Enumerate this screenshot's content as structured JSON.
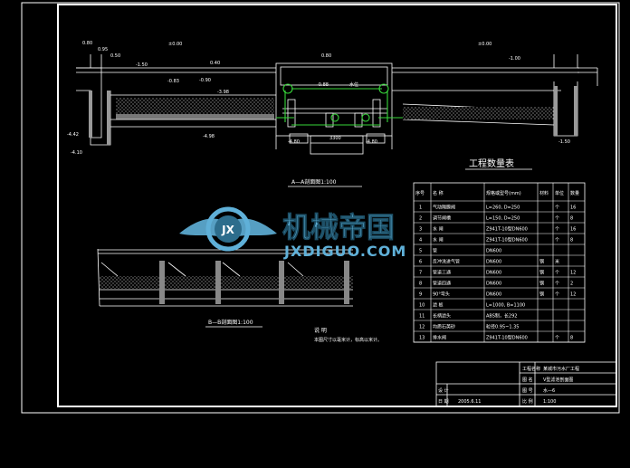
{
  "section_aa": {
    "title": "A—A剖面图1:100",
    "elevations": [
      "0.80",
      "0.95",
      "0.50",
      "±0.00",
      "-1.50",
      "-0.83",
      "-0.90",
      "0.40",
      "0.80",
      "±0.00",
      "-1.00",
      "-0.88",
      "-3.98",
      "-4.42",
      "-4.10",
      "-4.98",
      "-4.80",
      "-4.80",
      "-1.50"
    ],
    "dim_3300": "3300",
    "label_water": "水位"
  },
  "section_bb": {
    "title": "B—B剖面图1:100",
    "note_title": "说 明",
    "note_text": "本图尺寸以毫米计，标高以米计。"
  },
  "table": {
    "title": "工程数量表",
    "headers": [
      "序号",
      "名  称",
      "规格或型号(mm)",
      "材料",
      "单位",
      "数量"
    ],
    "rows": [
      [
        "1",
        "气动隔膜阀",
        "L=260, D=250",
        "",
        "个",
        "16"
      ],
      [
        "2",
        "调节闸槽",
        "L=150, D=250",
        "",
        "个",
        "8"
      ],
      [
        "3",
        "水  闸",
        "Z941T-10型DN600",
        "",
        "个",
        "16"
      ],
      [
        "4",
        "水  闸",
        "Z941T-10型DN600",
        "",
        "个",
        "8"
      ],
      [
        "5",
        "管",
        "DN600",
        "",
        "",
        ""
      ],
      [
        "6",
        "反冲洗进气管",
        "DN600",
        "钢",
        "米",
        ""
      ],
      [
        "7",
        "管道三通",
        "DN600",
        "钢",
        "个",
        "12"
      ],
      [
        "8",
        "管道四通",
        "DN600",
        "钢",
        "个",
        "2"
      ],
      [
        "9",
        "90°弯头",
        "DN600",
        "钢",
        "个",
        "12"
      ],
      [
        "10",
        "滤  板",
        "L=1000, B=1100",
        "",
        "",
        ""
      ],
      [
        "11",
        "长柄滤头",
        "ABS制，长292",
        "",
        "",
        ""
      ],
      [
        "12",
        "均质石英砂",
        "粒径0.95~1.35",
        "",
        "",
        ""
      ],
      [
        "13",
        "排水阀",
        "Z941T-10型DN600",
        "",
        "个",
        "8"
      ]
    ]
  },
  "title_block": {
    "project_label": "工程名称",
    "project_value": "某城市污水厂工程",
    "drawing_label": "图  名",
    "drawing_value": "V型滤池剖面图",
    "number_label": "图  号",
    "number_value": "水—6",
    "scale_label": "比  例",
    "scale_value": "1:100",
    "design_label": "设 计",
    "date_label": "日 期",
    "date_value": "2005.6.11"
  },
  "watermark": {
    "cn": "机械帝国",
    "en": "JXDIGUO.COM",
    "logo": "JX"
  },
  "colors": {
    "background": "#000000",
    "lines": "#ffffff",
    "green": "#37d63a",
    "watermark": "#5fb0d8"
  }
}
